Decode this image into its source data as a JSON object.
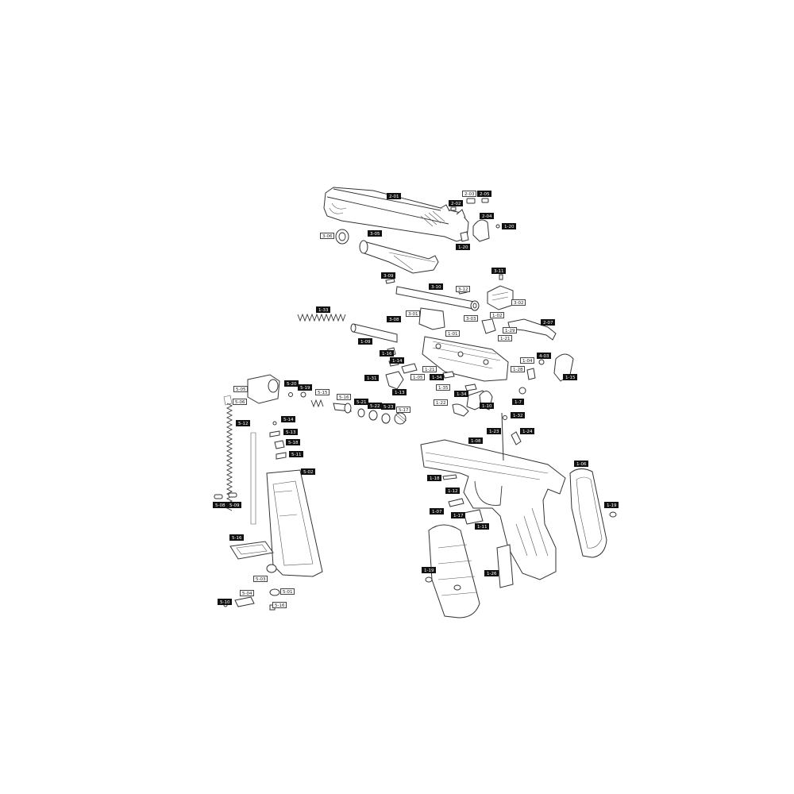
{
  "labels": {
    "l_2_01": "2-01",
    "l_2_02": "2-02",
    "l_2_03": "2-03",
    "l_2_05": "2-05",
    "l_2_04": "2-04",
    "l_1_20a": "1-20",
    "l_1_20b": "1-20",
    "l_3_06": "3-06",
    "l_3_05": "3-05",
    "l_3_09": "3-09",
    "l_3_11": "3-11",
    "l_3_10": "3-10",
    "l_3_12": "3-12",
    "l_3_02": "3-02",
    "l_1_33": "1-33",
    "l_3_08": "3-08",
    "l_3_01": "3-01",
    "l_3_03": "3-03",
    "l_1_02": "1-02",
    "l_1_29": "1-29",
    "l_1_21a": "1-21",
    "l_2_07": "2-07",
    "l_1_01": "1-01",
    "l_1_09": "1-09",
    "l_1_16": "1-16",
    "l_1_14": "1-14",
    "l_1_21b": "1-21",
    "l_1_04": "1-04",
    "l_4_03": "4-03",
    "l_1_28": "1-28",
    "l_1_15": "1-15",
    "l_1_31": "1-31",
    "l_1_05": "1-05",
    "l_1_34a": "1-34",
    "l_1_13": "1-13",
    "l_1_35": "1-35",
    "l_1_34b": "1-34",
    "l_1_22": "1-22",
    "l_1_10": "1-10",
    "l_1_7": "1-7",
    "l_1_32": "1-32",
    "l_5_05": "5-05",
    "l_5_06": "5-06",
    "l_5_12": "5-12",
    "l_5_20": "5-20",
    "l_5_19": "5-19",
    "l_5_15": "5-15",
    "l_5_16": "5-16",
    "l_5_21": "5-21",
    "l_5_22": "5-22",
    "l_5_23": "5-23",
    "l_5_17": "5-17",
    "l_5_14": "5-14",
    "l_5_13": "5-13",
    "l_5_18": "5-18",
    "l_5_11": "5-11",
    "l_5_02": "5-02",
    "l_5_08": "5-08",
    "l_5_09": "5-09",
    "l_5_03": "5-03",
    "l_5_10": "5-10",
    "l_5_04": "5-04",
    "l_5_01": "5-01",
    "l_5_16b": "5-16",
    "l_1_23": "1-23",
    "l_1_24": "1-24",
    "l_1_08": "1-08",
    "l_1_18": "1-18",
    "l_1_06": "1-06",
    "l_1_12": "1-12",
    "l_1_07": "1-07",
    "l_1_17": "1-17",
    "l_1_11": "1-11",
    "l_1_19a": "1-19",
    "l_1_19b": "1-19",
    "l_1_26": "1-26"
  }
}
